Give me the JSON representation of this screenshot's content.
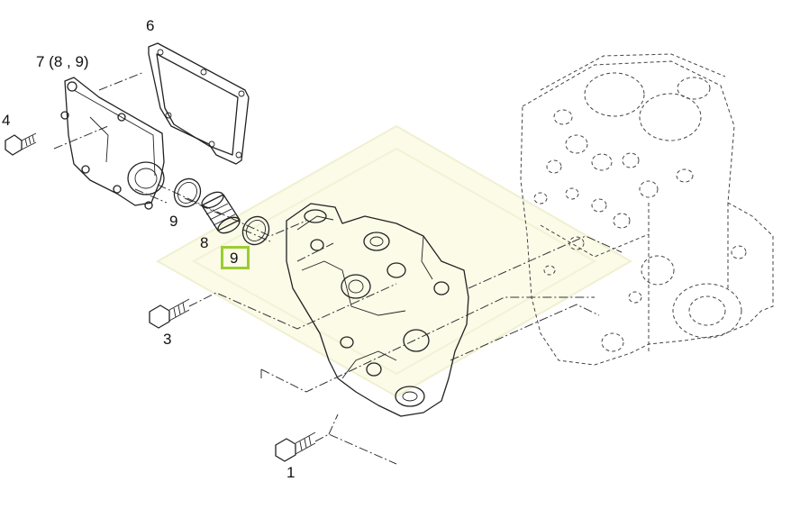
{
  "diagram": {
    "callouts": {
      "c1": "1",
      "c3": "3",
      "c4": "4",
      "c6": "6",
      "c7": "7 (8 , 9)",
      "c8": "8",
      "c9a": "9",
      "c9b": "9"
    },
    "highlight": {
      "target": "9",
      "color": "#9acd32"
    }
  }
}
